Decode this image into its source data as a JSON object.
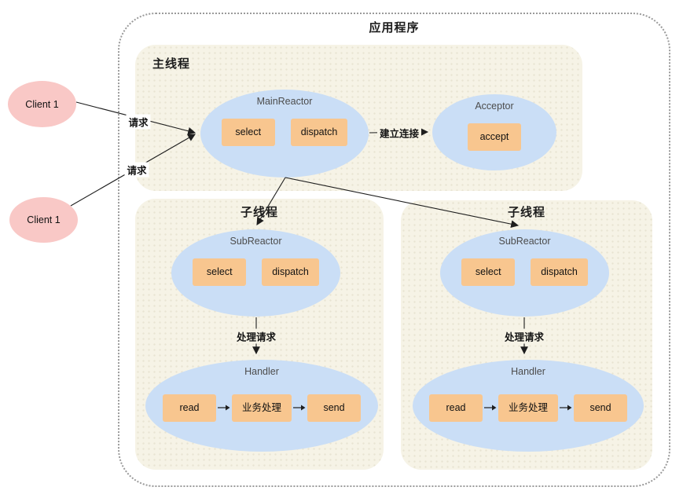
{
  "application": {
    "title": "应用程序"
  },
  "clients": [
    {
      "label": "Client 1"
    },
    {
      "label": "Client 1"
    }
  ],
  "main_thread": {
    "label": "主线程",
    "main_reactor": {
      "title": "MainReactor",
      "boxes": [
        "select",
        "dispatch"
      ]
    },
    "acceptor": {
      "title": "Acceptor",
      "boxes": [
        "accept"
      ]
    }
  },
  "sub_threads": [
    {
      "label": "子线程",
      "sub_reactor": {
        "title": "SubReactor",
        "boxes": [
          "select",
          "dispatch"
        ]
      },
      "handler": {
        "title": "Handler",
        "boxes": [
          "read",
          "业务处理",
          "send"
        ]
      }
    },
    {
      "label": "子线程",
      "sub_reactor": {
        "title": "SubReactor",
        "boxes": [
          "select",
          "dispatch"
        ]
      },
      "handler": {
        "title": "Handler",
        "boxes": [
          "read",
          "业务处理",
          "send"
        ]
      }
    }
  ],
  "edge_labels": {
    "request_top": "请求",
    "request_bottom": "请求",
    "establish_connection": "建立连接",
    "handle_request_left": "处理请求",
    "handle_request_right": "处理请求"
  },
  "colors": {
    "region_background": "#f6f3e6",
    "ellipse_background": "#cadef6",
    "box_background": "#f8c68f",
    "client_background": "#f9c8c6",
    "connector": "#1e1e1e",
    "boundary_border": "#9a9a9a"
  }
}
